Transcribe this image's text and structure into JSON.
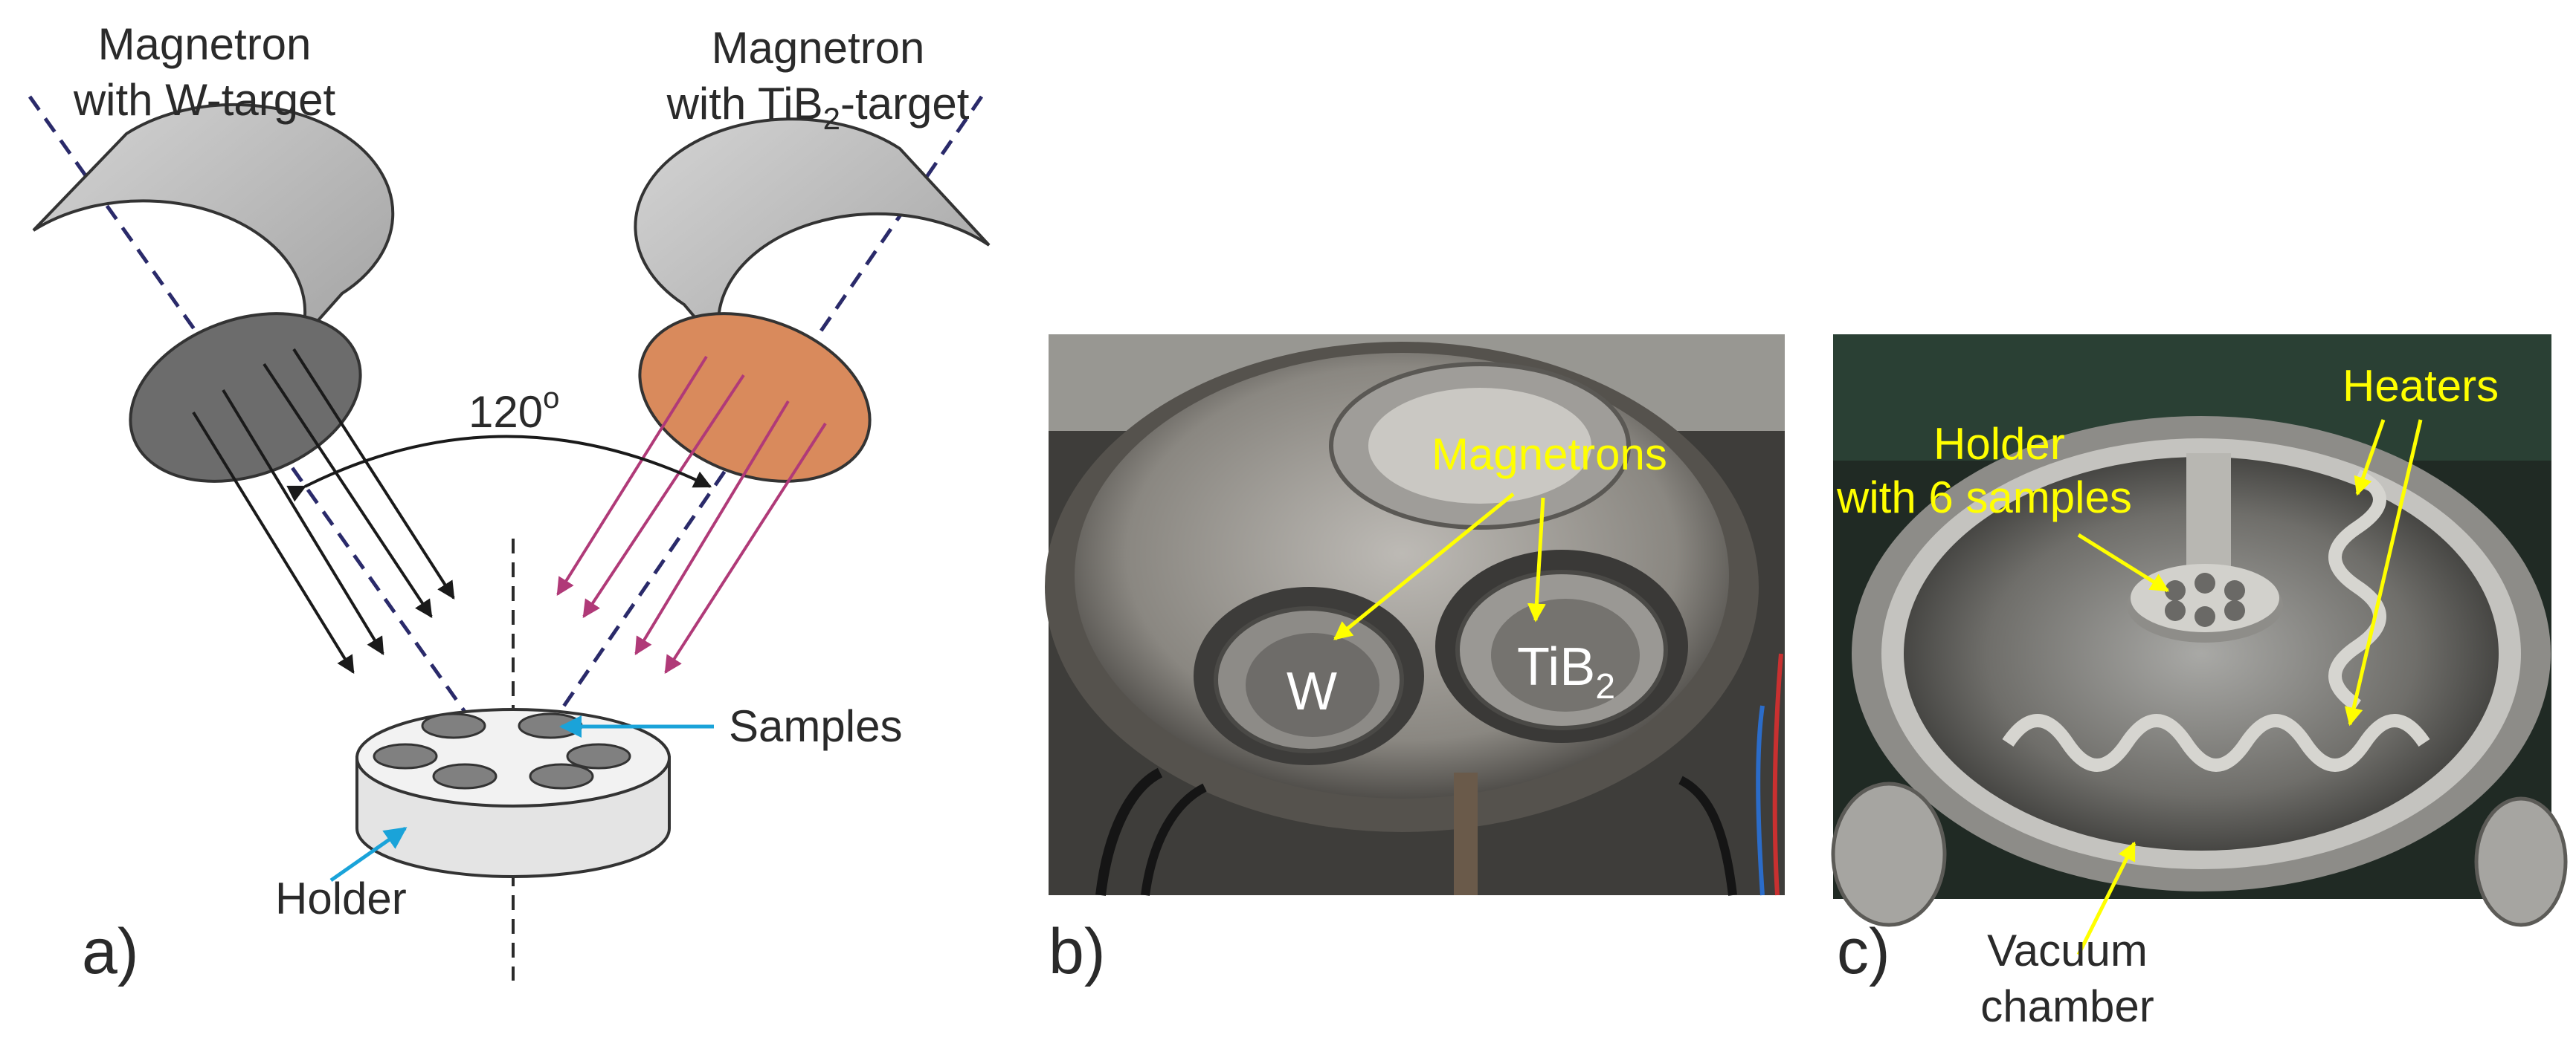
{
  "diagram": {
    "magnetron_w_line1": "Magnetron",
    "magnetron_w_line2": "with W-target",
    "magnetron_tib2_line1": "Magnetron",
    "magnetron_tib2_line2_prefix": "with TiB",
    "magnetron_tib2_line2_sub": "2",
    "magnetron_tib2_line2_suffix": "-target",
    "angle_value": "120",
    "angle_unit": "o",
    "samples": "Samples",
    "holder": "Holder",
    "panel_label": "a)"
  },
  "photo_b": {
    "magnetrons": "Magnetrons",
    "w_target": "W",
    "tib2_prefix": "TiB",
    "tib2_sub": "2",
    "panel_label": "b)"
  },
  "photo_c": {
    "holder_line1": "Holder",
    "holder_line2": "with 6 samples",
    "heaters": "Heaters",
    "vacuum_line1": "Vacuum",
    "vacuum_line2": "chamber",
    "panel_label": "c)"
  },
  "colors": {
    "annotation_yellow": "#ffff00",
    "w_beam": "#1a1a1a",
    "tib2_beam": "#b03a78",
    "axis_dash": "#2a2a6a",
    "tib2_target": "#d98a5c",
    "sample_pointer": "#1aa3d9"
  }
}
